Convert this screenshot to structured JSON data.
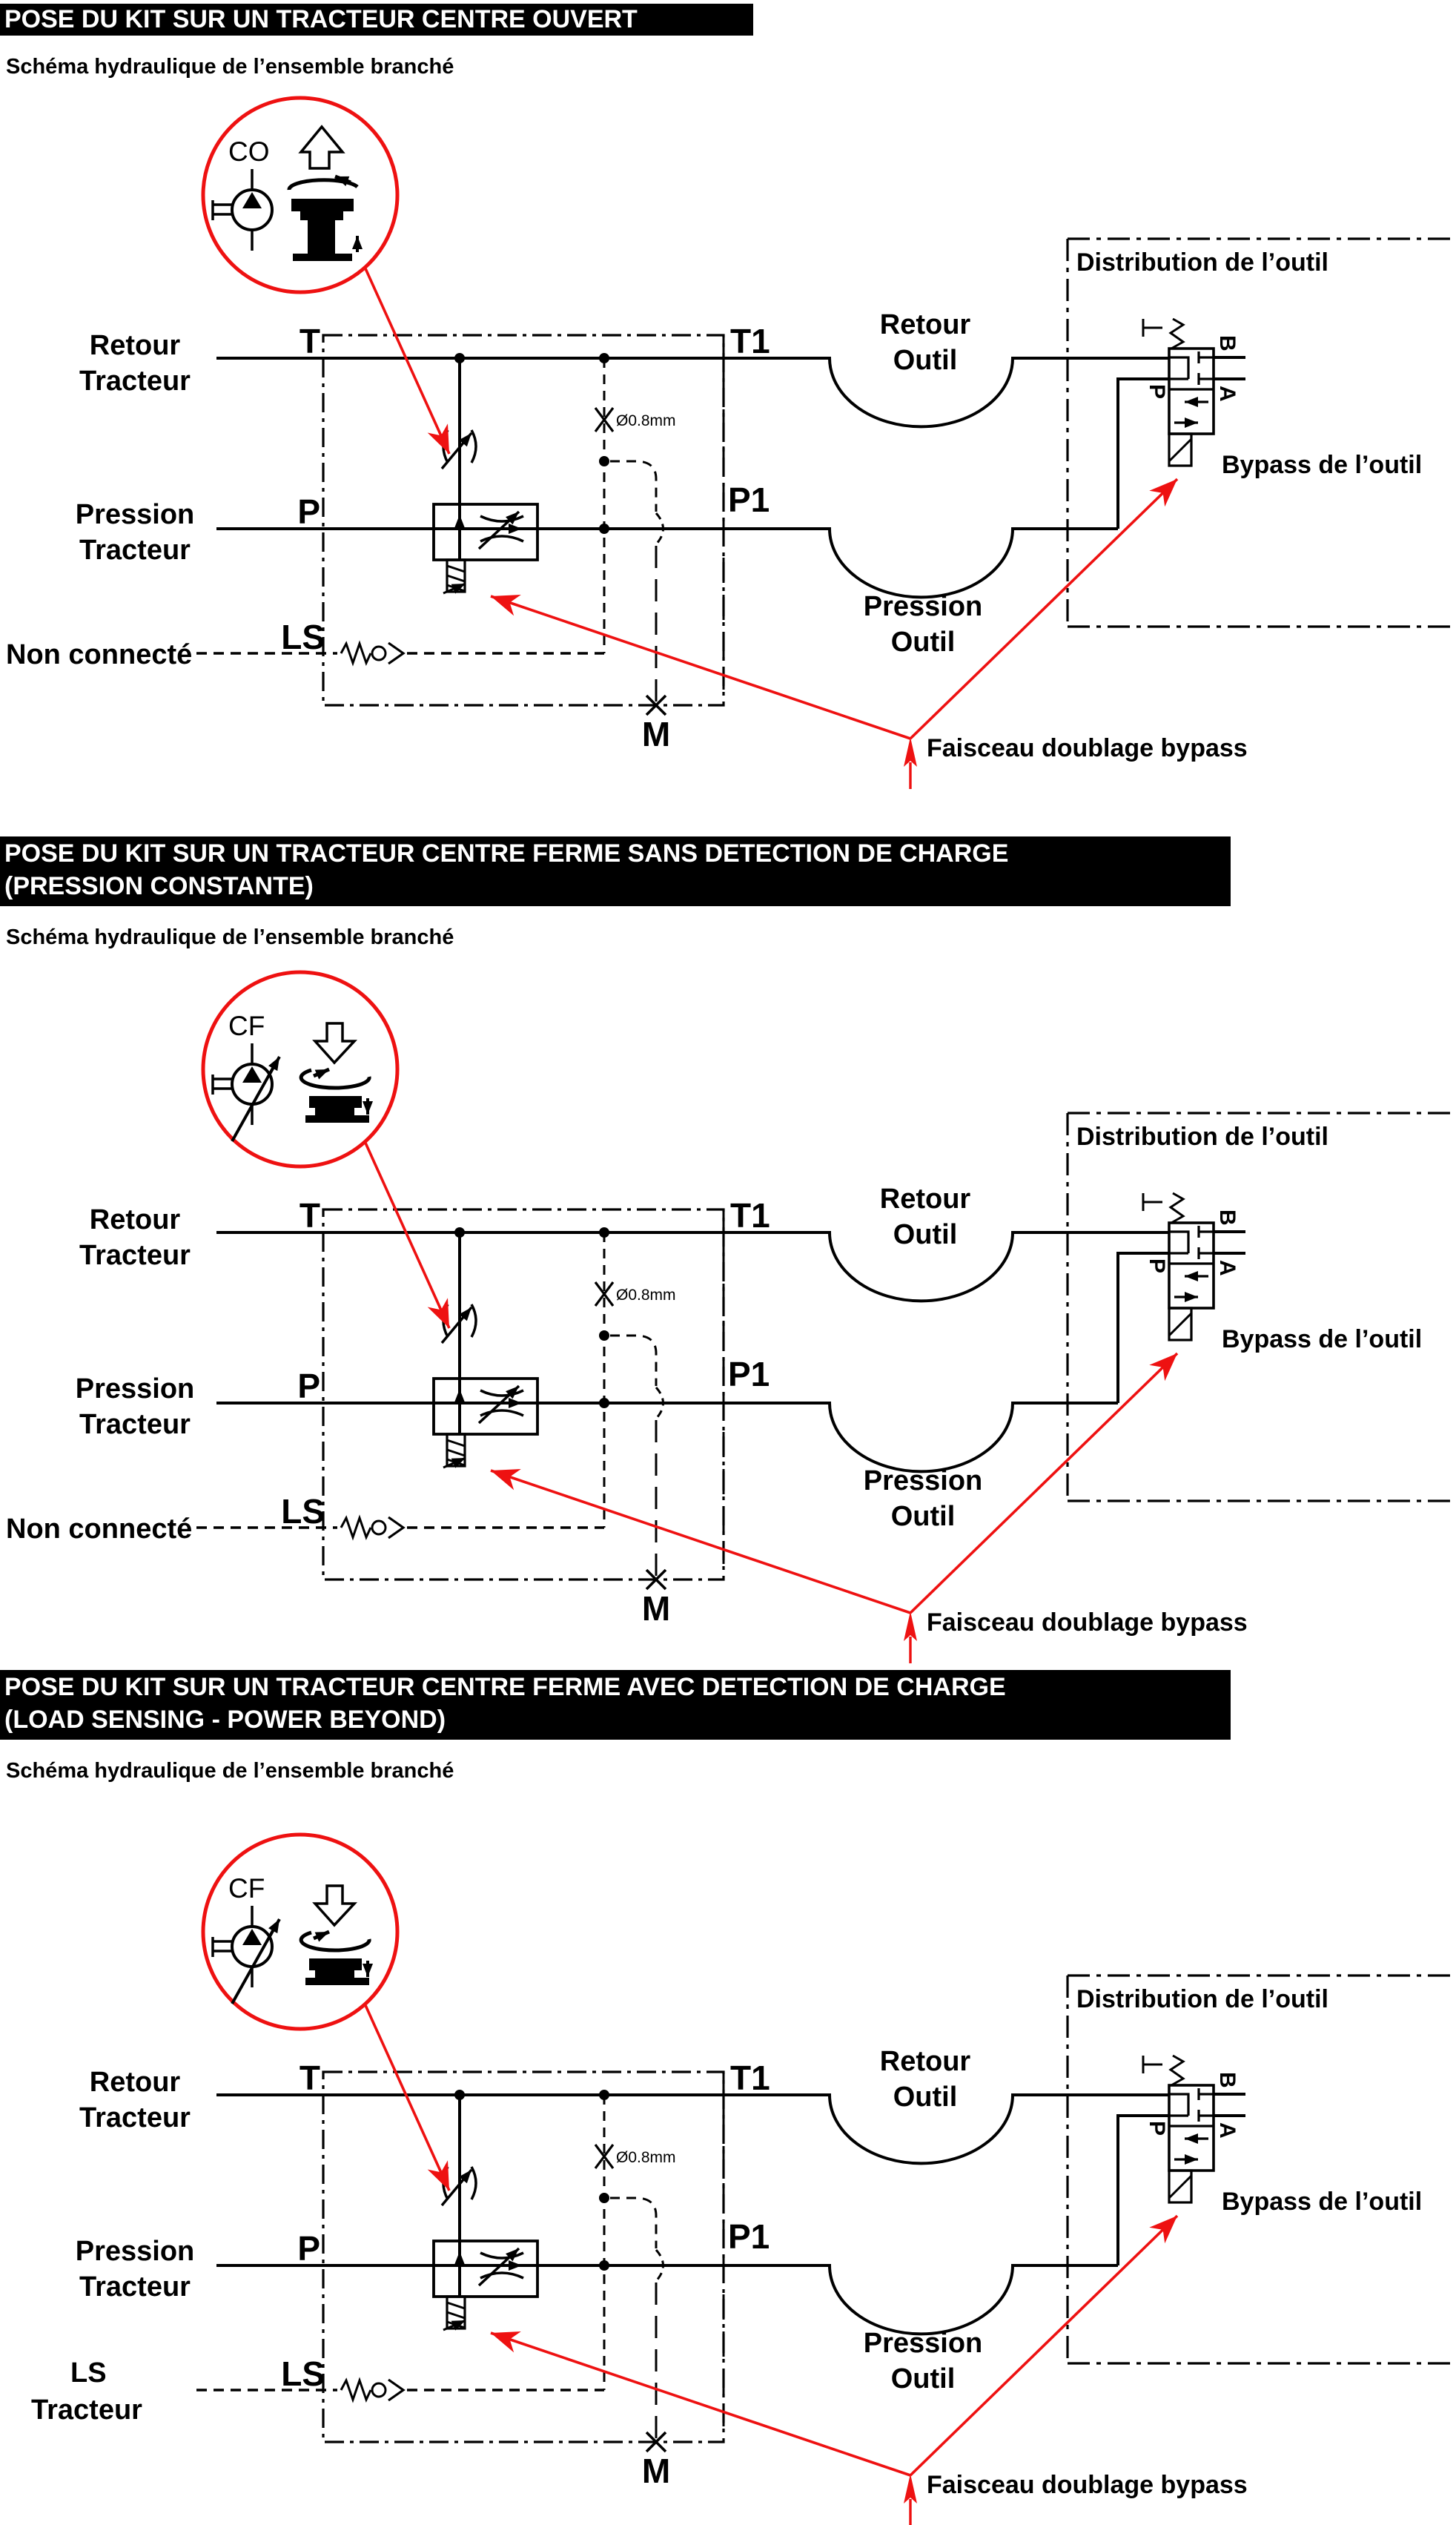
{
  "colors": {
    "accent_red": "#ee1111",
    "line_black": "#000000",
    "bar_bg": "#000000",
    "bar_text": "#ffffff"
  },
  "sections": [
    {
      "title_lines": [
        "POSE DU KIT SUR UN TRACTEUR CENTRE OUVERT",
        ""
      ],
      "subtitle": "Schéma hydraulique de l’ensemble branché",
      "variant": "CO",
      "circle_label": "CO",
      "labels": {
        "retour_1": "Retour",
        "retour_2": "Tracteur",
        "pression_1": "Pression",
        "pression_2": "Tracteur",
        "ls_left_1": "Non connecté",
        "ls_left_2": "",
        "port_t": "T",
        "port_p": "P",
        "port_ls": "LS",
        "port_t1": "T1",
        "port_p1": "P1",
        "port_m": "M",
        "orifice": "Ø0.8mm",
        "retour_outil_1": "Retour",
        "retour_outil_2": "Outil",
        "pression_outil_1": "Pression",
        "pression_outil_2": "Outil",
        "distribution": "Distribution de l’outil",
        "bypass": "Bypass de l’outil",
        "valve_b": "B",
        "valve_a": "A",
        "valve_p": "P",
        "faisceau": "Faisceau doublage bypass"
      }
    },
    {
      "title_lines": [
        "POSE DU KIT SUR UN TRACTEUR CENTRE FERME SANS DETECTION DE CHARGE",
        "(PRESSION CONSTANTE)"
      ],
      "subtitle": "Schéma hydraulique de l’ensemble branché",
      "variant": "CF",
      "circle_label": "CF",
      "labels": {
        "retour_1": "Retour",
        "retour_2": "Tracteur",
        "pression_1": "Pression",
        "pression_2": "Tracteur",
        "ls_left_1": "Non connecté",
        "ls_left_2": "",
        "port_t": "T",
        "port_p": "P",
        "port_ls": "LS",
        "port_t1": "T1",
        "port_p1": "P1",
        "port_m": "M",
        "orifice": "Ø0.8mm",
        "retour_outil_1": "Retour",
        "retour_outil_2": "Outil",
        "pression_outil_1": "Pression",
        "pression_outil_2": "Outil",
        "distribution": "Distribution de l’outil",
        "bypass": "Bypass de l’outil",
        "valve_b": "B",
        "valve_a": "A",
        "valve_p": "P",
        "faisceau": "Faisceau doublage bypass"
      }
    },
    {
      "title_lines": [
        "POSE DU KIT SUR UN TRACTEUR CENTRE FERME AVEC DETECTION DE CHARGE",
        "(LOAD SENSING - POWER BEYOND)"
      ],
      "subtitle": "Schéma hydraulique de l’ensemble branché",
      "variant": "CF",
      "circle_label": "CF",
      "labels": {
        "retour_1": "Retour",
        "retour_2": "Tracteur",
        "pression_1": "Pression",
        "pression_2": "Tracteur",
        "ls_left_1": "LS",
        "ls_left_2": "Tracteur",
        "port_t": "T",
        "port_p": "P",
        "port_ls": "LS",
        "port_t1": "T1",
        "port_p1": "P1",
        "port_m": "M",
        "orifice": "Ø0.8mm",
        "retour_outil_1": "Retour",
        "retour_outil_2": "Outil",
        "pression_outil_1": "Pression",
        "pression_outil_2": "Outil",
        "distribution": "Distribution de l’outil",
        "bypass": "Bypass de l’outil",
        "valve_b": "B",
        "valve_a": "A",
        "valve_p": "P",
        "faisceau": "Faisceau doublage bypass"
      }
    }
  ]
}
